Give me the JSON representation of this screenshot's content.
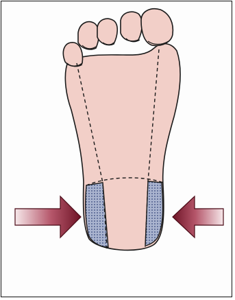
{
  "figure": {
    "colors": {
      "skin": "#f3cfc7",
      "outline": "#1a1a1a",
      "pad_fill": "#9aa7c6",
      "pad_dots": "#3a4a78",
      "arrow_dark": "#7a1a2c",
      "arrow_light": "#f4e4e6",
      "background": "#ffffff"
    },
    "elements": {
      "foot": "foot-sole",
      "pads": [
        "heel-pad-left",
        "heel-pad-right"
      ],
      "arrows": [
        "compression-arrow-left",
        "compression-arrow-right"
      ],
      "guides": [
        "dashed-line-medial",
        "dashed-line-lateral",
        "dashed-line-heel-arc"
      ]
    }
  }
}
